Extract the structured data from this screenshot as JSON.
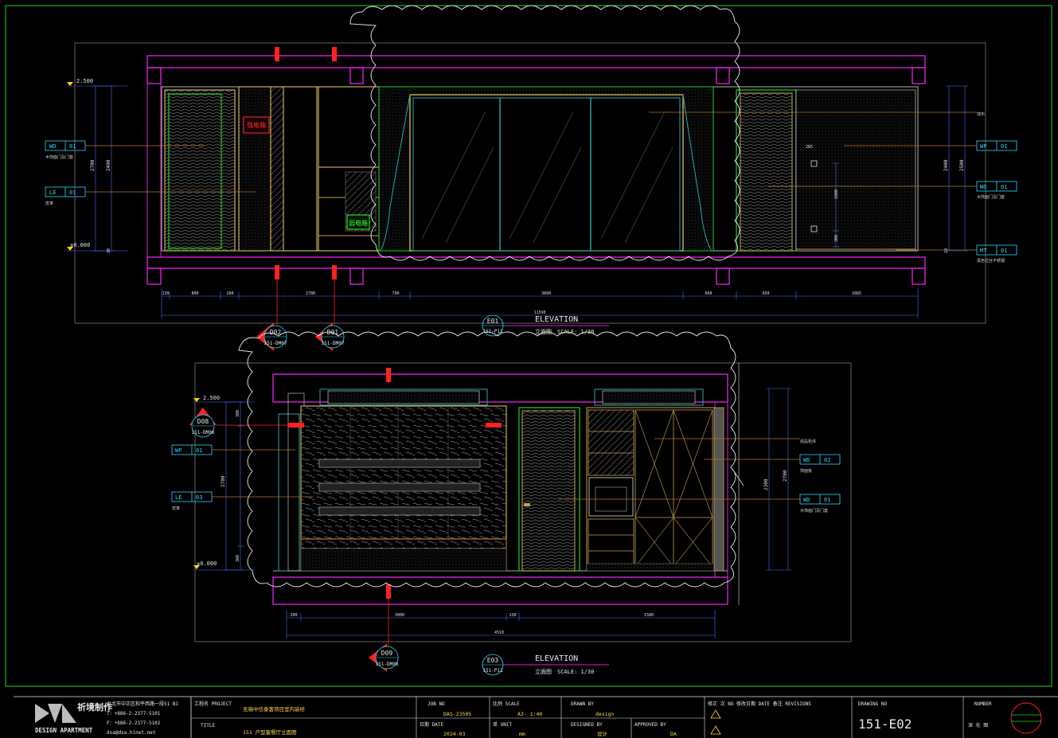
{
  "colors": {
    "bg": "#000000",
    "frame": "#1fd11f",
    "wall": "#d81fd8",
    "panel": "#f0d070",
    "glass": "#2aa8a8",
    "cabinet": "#c8a050",
    "dim": "#4a6cff",
    "tag": "#2ad8ff",
    "cloud": "#e8e8e8",
    "section": "#ff2020",
    "leader": "#b8742a",
    "text": "#e8e8e8",
    "green_text": "#39ff39",
    "red_label": "#ff3030"
  },
  "elev1": {
    "top_level": "2.500",
    "bottom_level": "±0.000",
    "tags_left": [
      {
        "code": "WD",
        "num": "01",
        "desc": "木饰面门及门套"
      },
      {
        "code": "LE",
        "num": "01",
        "desc": "皮革"
      }
    ],
    "tags_right": [
      {
        "code": "WP",
        "num": "01",
        "desc": "墙布"
      },
      {
        "code": "WD",
        "num": "01",
        "desc": "木饰面门及门套"
      },
      {
        "code": "MT",
        "num": "01",
        "desc": "黑色拉丝不锈钢"
      }
    ],
    "red_label": "强电箱",
    "green_label": "弱电箱",
    "dims_bottom": [
      "130",
      "800",
      "280",
      "2780",
      "790",
      "3890",
      "660",
      "950",
      "1885"
    ],
    "dim_total": "11590",
    "dims_left": [
      "2700",
      "2400",
      "20"
    ],
    "dims_right": [
      "2400",
      "2500",
      "20"
    ],
    "inner_dims": [
      "285",
      "1000",
      "300"
    ],
    "section_marks": [
      {
        "num": "D02",
        "ref": "151-DM07"
      },
      {
        "num": "D01",
        "ref": "151-DM07"
      }
    ],
    "title_num": "E01",
    "title_ref": "151-P11",
    "title": "ELEVATION",
    "title_sub": "立面图",
    "scale": "SCALE: 1/30"
  },
  "elev2": {
    "top_level": "2.500",
    "bottom_level": "±0.000",
    "tags_left": [
      {
        "code": "WP",
        "num": "01",
        "desc": ""
      },
      {
        "code": "LE",
        "num": "03",
        "desc": "皮革"
      }
    ],
    "tags_right": [
      {
        "code": "WD",
        "num": "02",
        "desc": "饰面板"
      },
      {
        "code": "WD",
        "num": "01",
        "desc": "木饰面门及门套"
      }
    ],
    "right_note": "成品柜体",
    "dims_bottom": [
      "200",
      "3000",
      "130",
      "1580"
    ],
    "dim_total": "4510",
    "dims_left": [
      "2700",
      "300",
      "300"
    ],
    "dims_right": [
      "2700",
      "2300"
    ],
    "section_marks": [
      {
        "num": "D08",
        "ref": "151-DM06"
      },
      {
        "num": "D09",
        "ref": "151-DM06"
      }
    ],
    "title_num": "E03",
    "title_ref": "151-P11",
    "title": "ELEVATION",
    "title_sub": "立面图",
    "scale": "SCALE: 1/30"
  },
  "titleblock": {
    "logo_line1": "DESIGN APARTMENT",
    "logo_cn": "祈境制作",
    "address": "台北市中正区和平西路一段51 B1",
    "phone1": "T：+886-2-2377-5101",
    "phone2": "F：+886-2-2377-5102",
    "email": "dsa@dsa.hinet.net",
    "project_label": "工程名 PROJECT",
    "project": "无锡中信泰富项目室内装修",
    "title_label": "TITLE",
    "title": "151 户型客餐厅立面图",
    "job_label": "JOB NO",
    "job": "DAS-23505",
    "date_label": "日期 DATE",
    "date": "2024-03",
    "scale_label": "比例 SCALE",
    "scale": "A3- 1:40",
    "unit_label": "单 UNIT",
    "unit": "mm",
    "drawn_label": "DRAWN BY",
    "drawn": "design",
    "designed_label": "DESIGNED BY",
    "designed": "设计",
    "approved_label": "APPROVED BY",
    "approved": "DA",
    "rev_label": "修正 次 NO   修改日期 DATE   备注 REVISIONS",
    "drawing_no_label": "DRAWING NO",
    "drawing_no": "151-E02",
    "number_label": "NUMBER",
    "number_note": "深 化 图"
  }
}
